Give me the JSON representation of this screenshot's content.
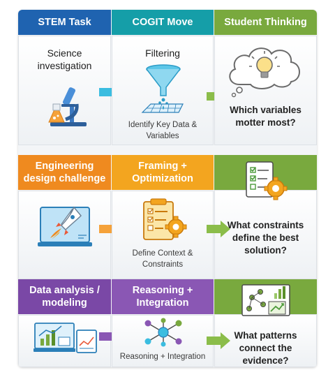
{
  "headers": {
    "col1": "STEM Task",
    "col2": "COGIT Move",
    "col3": "Student Thinking"
  },
  "rows": [
    {
      "task": "Science investigation",
      "move": "Filtering",
      "move_caption": "Identify Key Data & Variables",
      "thinking": "Which variables motter most?",
      "task_icon": "microscope-icon",
      "move_icon": "funnel-icon",
      "thinking_icon": "lightbulb-icon"
    },
    {
      "task": "Engineering design challenge",
      "move": "Framing + Optimization",
      "move_caption": "Define Context & Constraints",
      "thinking": "What constraints define the best solution?",
      "task_icon": "rocket-icon",
      "move_icon": "clipboard-gear-icon",
      "thinking_icon": "checklist-gear-icon"
    },
    {
      "task": "Data analysis / modeling",
      "move": "Reasoning + Integration",
      "move_caption": "Reasoning + Integration",
      "thinking": "What patterns connect the evidence?",
      "task_icon": "dashboard-icon",
      "move_icon": "network-icon",
      "thinking_icon": "chart-board-icon"
    }
  ],
  "colors": {
    "header_blue": "#1f63b0",
    "header_teal": "#159ea8",
    "header_green": "#79a93e",
    "row2_orange": "#ef8a1f",
    "row2_amber": "#f3a51f",
    "row3_purple": "#7a48a6",
    "row3_violet": "#8a57b4",
    "arrow_cyan": "#3bbde0",
    "arrow_green": "#8bbd4a"
  }
}
